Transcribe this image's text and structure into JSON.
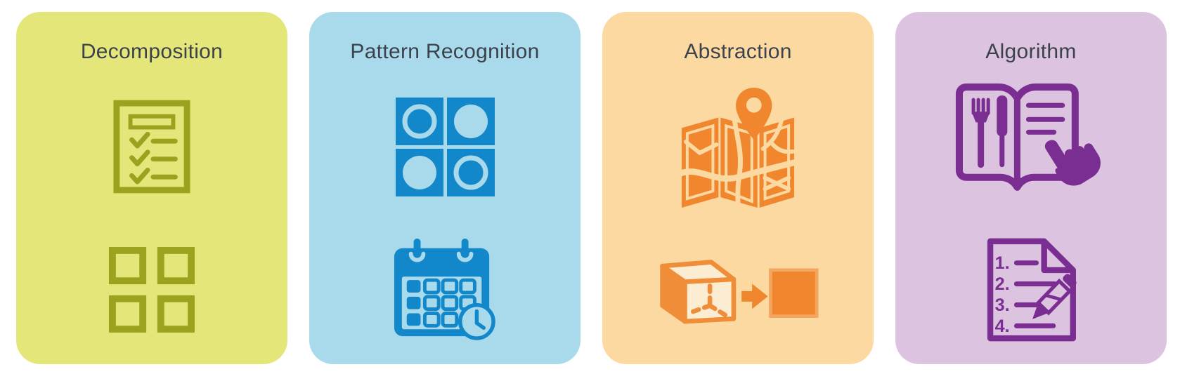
{
  "page": {
    "background_color": "#ffffff",
    "title_color": "#3c424c"
  },
  "cards": [
    {
      "title": "Decomposition",
      "bg_color": "#e5e67a",
      "icon_color": "#9aa21e",
      "top_icon": "checklist-icon",
      "bottom_icon": "four-squares-icon"
    },
    {
      "title": "Pattern Recognition",
      "bg_color": "#a8daec",
      "icon_color": "#1287c9",
      "top_icon": "pattern-grid-icon",
      "bottom_icon": "calendar-clock-icon"
    },
    {
      "title": "Abstraction",
      "bg_color": "#fbd9a0",
      "icon_color": "#f0862e",
      "top_icon": "map-pin-icon",
      "bottom_icon": "cube-to-square-icon"
    },
    {
      "title": "Algorithm",
      "bg_color": "#dcc4e0",
      "icon_color": "#7b2e91",
      "top_icon": "recipe-book-pointer-icon",
      "bottom_icon": "numbered-list-pencil-icon",
      "steps": [
        "1.",
        "2.",
        "3.",
        "4."
      ]
    }
  ]
}
